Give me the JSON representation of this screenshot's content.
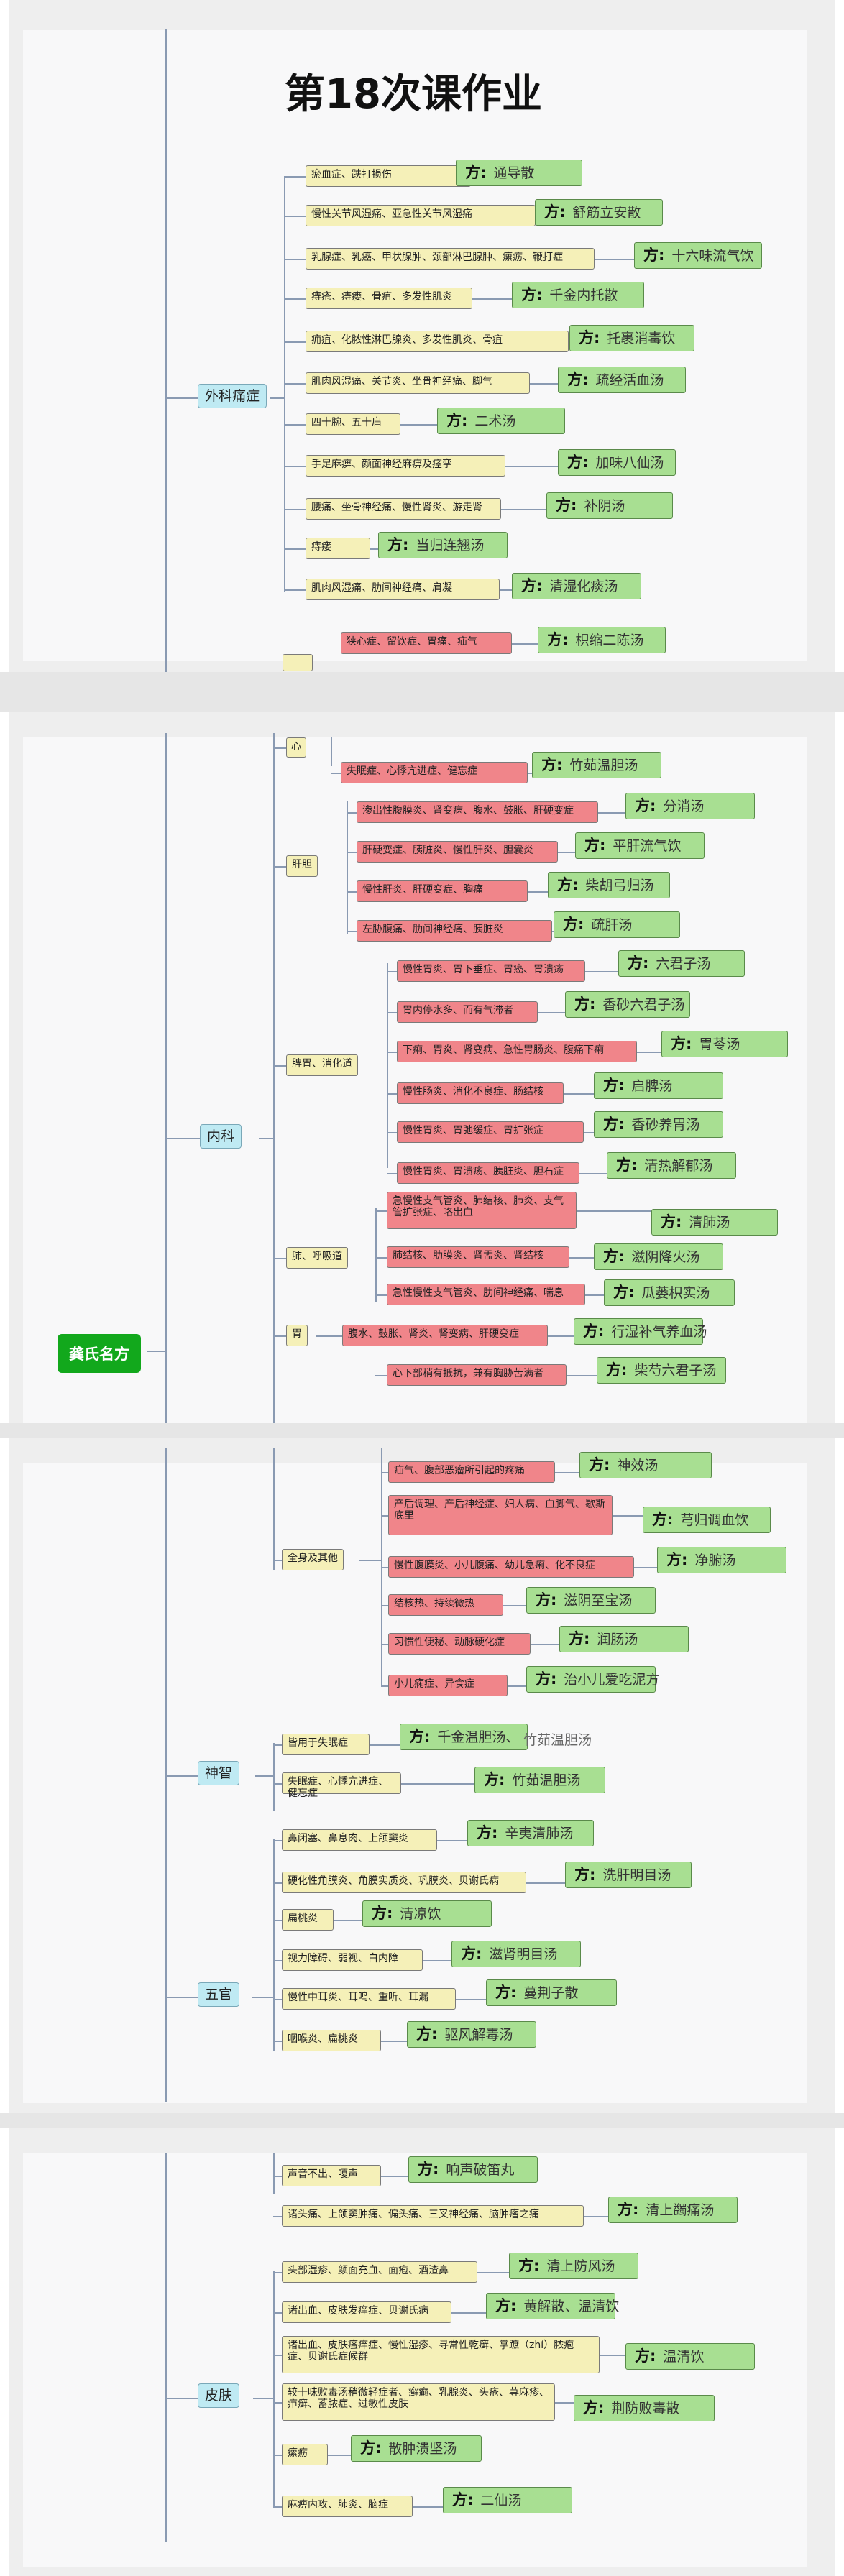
{
  "title": "第18次课作业",
  "rx_label": "方:",
  "root": "龚氏名方",
  "categories": {
    "waike": "外科痛症",
    "neike": "内科",
    "shenzhi": "神智",
    "wuguan": "五官",
    "pifu": "皮肤"
  },
  "subcats": {
    "xin": "心",
    "gandan": "肝胆",
    "piwei": "脾胃、消化道",
    "fei": "肺、呼吸道",
    "wei": "胃",
    "quanshen": "全身及其他"
  },
  "p1_rows": [
    {
      "n": "瘀血症、跌打损伤",
      "rx": "通导散"
    },
    {
      "n": "慢性关节风湿痛、亚急性关节风湿痛",
      "rx": "舒筋立安散"
    },
    {
      "n": "乳腺症、乳癌、甲状腺肿、颈部淋巴腺肿、瘰疬、鞭打症",
      "rx": "十六味流气饮"
    },
    {
      "n": "痔疮、痔瘘、骨疽、多发性肌炎",
      "rx": "千金内托散"
    },
    {
      "n": "痈疽、化脓性淋巴腺炎、多发性肌炎、骨疽",
      "rx": "托裹消毒饮"
    },
    {
      "n": "肌肉风湿痛、关节炎、坐骨神经痛、脚气",
      "rx": "疏经活血汤"
    },
    {
      "n": "四十腕、五十肩",
      "rx": "二术汤"
    },
    {
      "n": "手足麻痹、颜面神经麻痹及痉挛",
      "rx": "加味八仙汤"
    },
    {
      "n": "腰痛、坐骨神经痛、慢性肾炎、游走肾",
      "rx": "补阴汤"
    },
    {
      "n": "痔瘘",
      "rx": "当归连翘汤"
    },
    {
      "n": "肌肉风湿痛、肋间神经痛、肩凝",
      "rx": "清湿化痰汤"
    },
    {
      "n": "狭心症、留饮症、胃痛、疝气",
      "rx": "枳缩二陈汤"
    }
  ],
  "p2_rows": [
    {
      "n": "失眠症、心悸亢进症、健忘症",
      "rx": "竹茹温胆汤"
    },
    {
      "n": "渗出性腹膜炎、肾变病、腹水、鼓胀、肝硬变症",
      "rx": "分消汤"
    },
    {
      "n": "肝硬变症、胰脏炎、慢性肝炎、胆囊炎",
      "rx": "平肝流气饮"
    },
    {
      "n": "慢性肝炎、肝硬变症、胸痛",
      "rx": "柴胡弓归汤"
    },
    {
      "n": "左胁腹痛、肋间神经痛、胰脏炎",
      "rx": "疏肝汤"
    },
    {
      "n": "慢性胃炎、胃下垂症、胃癌、胃溃疡",
      "rx": "六君子汤"
    },
    {
      "n": "胃内停水多、而有气滞者",
      "rx": "香砂六君子汤"
    },
    {
      "n": "下痢、胃炎、肾变病、急性胃肠炎、腹痛下痢",
      "rx": "胃苓汤"
    },
    {
      "n": "慢性肠炎、消化不良症、肠结核",
      "rx": "启脾汤"
    },
    {
      "n": "慢性胃炎、胃弛缓症、胃扩张症",
      "rx": "香砂养胃汤"
    },
    {
      "n": "慢性胃炎、胃溃疡、胰脏炎、胆石症",
      "rx": "清热解郁汤"
    },
    {
      "n": "急慢性支气管炎、肺结核、肺炎、支气管扩张症、咯出血",
      "rx": "清肺汤"
    },
    {
      "n": "肺结核、肋膜炎、肾盂炎、肾结核",
      "rx": "滋阴降火汤"
    },
    {
      "n": "急性慢性支气管炎、肋间神经痛、喘息",
      "rx": "瓜蒌枳实汤"
    },
    {
      "n": "腹水、鼓胀、肾炎、肾变病、肝硬变症",
      "rx": "行湿补气养血汤"
    },
    {
      "n": "心下部稍有抵抗，兼有胸胁苦满者",
      "rx": "柴芍六君子汤"
    }
  ],
  "p3_quanshen": [
    {
      "n": "疝气、腹部恶瘤所引起的疼痛",
      "rx": "神效汤"
    },
    {
      "n": "产后调理、产后神经症、妇人病、血脚气、歇斯底里",
      "rx": "芎归调血饮"
    },
    {
      "n": "慢性腹膜炎、小儿腹痛、幼儿急痢、化不良症",
      "rx": "净腑汤"
    },
    {
      "n": "结核热、持续微热",
      "rx": "滋阴至宝汤"
    },
    {
      "n": "习惯性便秘、动脉硬化症",
      "rx": "润肠汤"
    },
    {
      "n": "小儿痫症、异食症",
      "rx": "治小儿爱吃泥方"
    }
  ],
  "p3_shenzhi": [
    {
      "n": "皆用于失眠症",
      "rx": "千金温胆汤、",
      "extra": "竹茹温胆汤"
    },
    {
      "n": "失眠症、心悸亢进症、健忘症",
      "rx": "竹茹温胆汤"
    }
  ],
  "p3_wuguan": [
    {
      "n": "鼻闭塞、鼻息肉、上颌窦炎",
      "rx": "辛夷清肺汤"
    },
    {
      "n": "硬化性角膜炎、角膜实质炎、巩膜炎、贝谢氏病",
      "rx": "洗肝明目汤"
    },
    {
      "n": "扁桃炎",
      "rx": "清凉饮"
    },
    {
      "n": "视力障碍、弱视、白内障",
      "rx": "滋肾明目汤"
    },
    {
      "n": "慢性中耳炎、耳鸣、重听、耳漏",
      "rx": "蔓荆子散"
    },
    {
      "n": "咽喉炎、扁桃炎",
      "rx": "驱风解毒汤"
    }
  ],
  "p4_wuguan": [
    {
      "n": "声音不出、嗄声",
      "rx": "响声破笛丸"
    },
    {
      "n": "诸头痛、上颌窦肿痛、偏头痛、三叉神经痛、脑肿瘤之痛",
      "rx": "清上蠲痛汤"
    }
  ],
  "p4_pifu": [
    {
      "n": "头部湿疹、颜面充血、面疱、酒渣鼻",
      "rx": "清上防风汤"
    },
    {
      "n": "诸出血、皮肤发痒症、贝谢氏病",
      "rx": "黄解散、温清饮"
    },
    {
      "n": "诸出血、皮肤瘙痒症、慢性湿疹、寻常性乾癣、掌蹠（zhí）脓疱症、贝谢氏症候群",
      "rx": "温清饮"
    },
    {
      "n": "较十味败毒汤稍微轻症者、癣癫、乳腺炎、头疮、荨麻疹、疖癣、蓄脓症、过敏性皮肤",
      "rx": "荆防败毒散"
    },
    {
      "n": "瘰疬",
      "rx": "散肿溃坚汤"
    },
    {
      "n": "麻痹内攻、肺炎、脑症",
      "rx": "二仙汤"
    }
  ]
}
